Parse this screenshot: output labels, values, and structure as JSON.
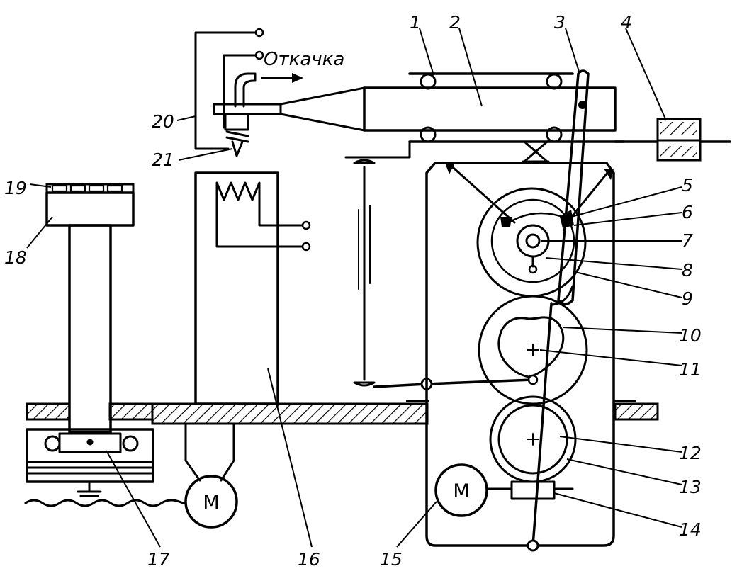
{
  "diagram": {
    "pump_label": "Откачка",
    "motor_symbol": "М",
    "callouts": {
      "n1": "1",
      "n2": "2",
      "n3": "3",
      "n4": "4",
      "n5": "5",
      "n6": "6",
      "n7": "7",
      "n8": "8",
      "n9": "9",
      "n10": "10",
      "n11": "11",
      "n12": "12",
      "n13": "13",
      "n14": "14",
      "n15": "15",
      "n16": "16",
      "n17": "17",
      "n18": "18",
      "n19": "19",
      "n20": "20",
      "n21": "21"
    }
  }
}
